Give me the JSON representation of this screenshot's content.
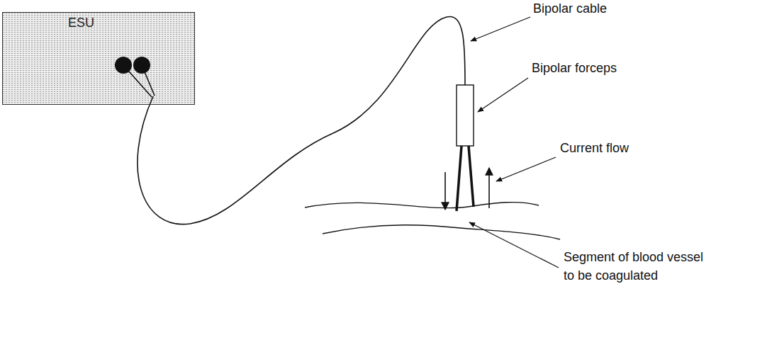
{
  "diagram": {
    "nodes": [
      {
        "text": [
          "ESU"
        ]
      }
    ],
    "edges": [],
    "labels": [
      "Bipolar cable",
      "Bipolar forceps",
      "Current flow",
      "Segment of blood vessel to be coagulated"
    ]
  }
}
